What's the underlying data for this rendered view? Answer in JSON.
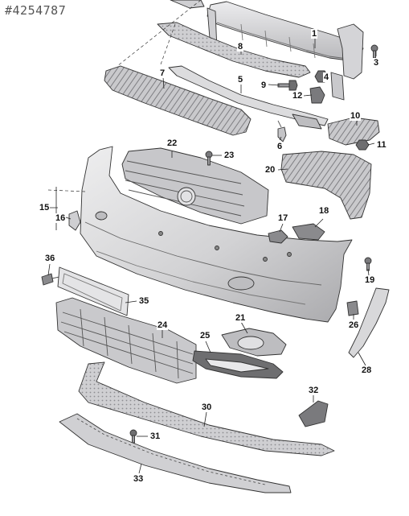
{
  "reference_number": "#4254787",
  "colors": {
    "part_fill": "#d6d6d8",
    "part_stroke": "#333333",
    "dark_fill": "#6e6e70",
    "leader": "#222222"
  },
  "parts": [
    {
      "id": "p1",
      "label": "1",
      "name": "reinforcement-beam"
    },
    {
      "id": "p3",
      "label": "3",
      "name": "screw"
    },
    {
      "id": "p4",
      "label": "4",
      "name": "nut"
    },
    {
      "id": "p5",
      "label": "5",
      "name": "guide-strip"
    },
    {
      "id": "p6",
      "label": "6",
      "name": "clip"
    },
    {
      "id": "p7",
      "label": "7",
      "name": "energy-absorber"
    },
    {
      "id": "p8",
      "label": "8",
      "name": "upper-grille-insert"
    },
    {
      "id": "p9",
      "label": "9",
      "name": "bolt"
    },
    {
      "id": "p10",
      "label": "10",
      "name": "side-guide-bracket"
    },
    {
      "id": "p11",
      "label": "11",
      "name": "nut"
    },
    {
      "id": "p12",
      "label": "12",
      "name": "bracket"
    },
    {
      "id": "p15",
      "label": "15",
      "name": "bumper-cover"
    },
    {
      "id": "p16",
      "label": "16",
      "name": "tow-eye-cap"
    },
    {
      "id": "p17",
      "label": "17",
      "name": "sensor-holder"
    },
    {
      "id": "p18",
      "label": "18",
      "name": "sensor-holder"
    },
    {
      "id": "p19",
      "label": "19",
      "name": "screw"
    },
    {
      "id": "p20",
      "label": "20",
      "name": "side-bracket"
    },
    {
      "id": "p21",
      "label": "21",
      "name": "fog-light"
    },
    {
      "id": "p22",
      "label": "22",
      "name": "radiator-grille"
    },
    {
      "id": "p23",
      "label": "23",
      "name": "screw"
    },
    {
      "id": "p24",
      "label": "24",
      "name": "lower-grille"
    },
    {
      "id": "p25",
      "label": "25",
      "name": "fog-light-bezel"
    },
    {
      "id": "p26",
      "label": "26",
      "name": "clip"
    },
    {
      "id": "p28",
      "label": "28",
      "name": "side-trim-strip"
    },
    {
      "id": "p30",
      "label": "30",
      "name": "underbody-panel"
    },
    {
      "id": "p31",
      "label": "31",
      "name": "screw"
    },
    {
      "id": "p32",
      "label": "32",
      "name": "bracket"
    },
    {
      "id": "p33",
      "label": "33",
      "name": "spoiler-lip"
    },
    {
      "id": "p35",
      "label": "35",
      "name": "license-plate-holder"
    },
    {
      "id": "p36",
      "label": "36",
      "name": "expanding-rivet"
    }
  ]
}
